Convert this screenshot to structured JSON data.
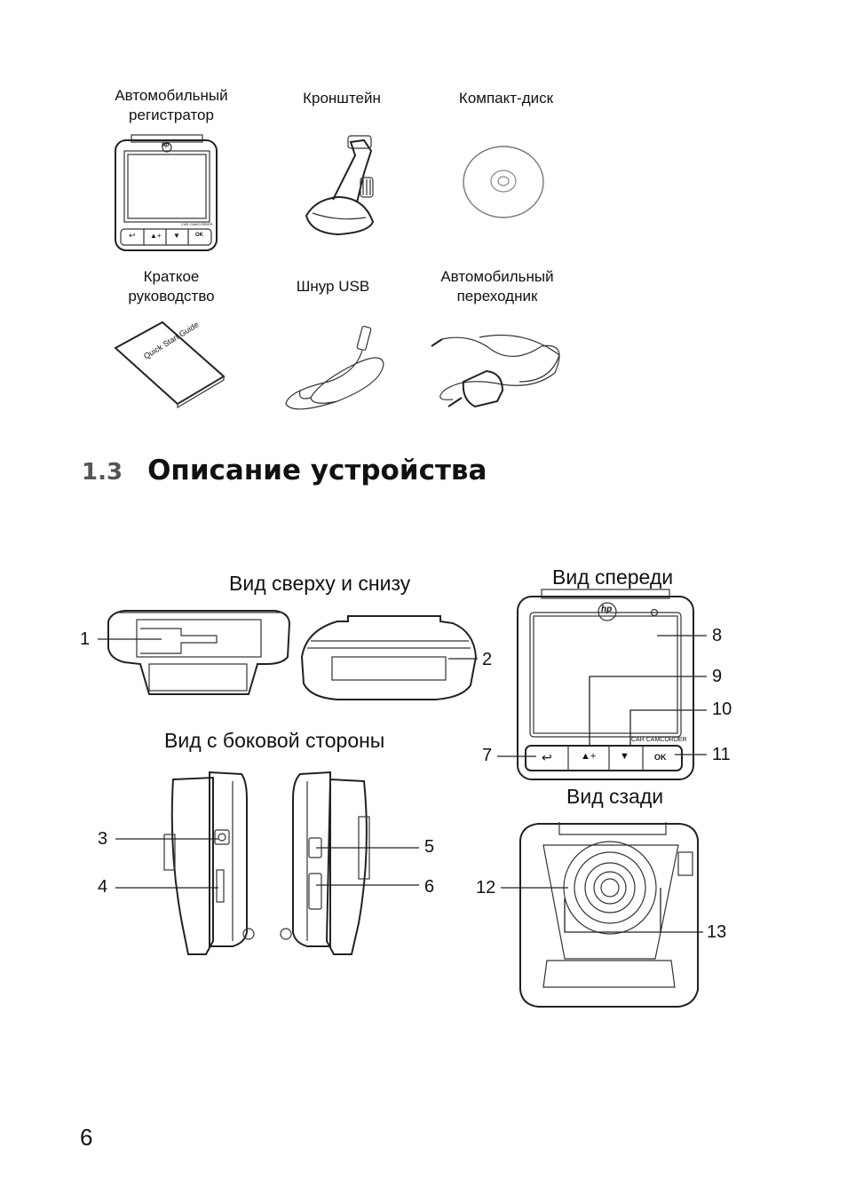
{
  "package_items": [
    {
      "id": "recorder",
      "label": "Автомобильный регистратор"
    },
    {
      "id": "bracket",
      "label": "Кронштейн"
    },
    {
      "id": "cd",
      "label": "Компакт-диск"
    },
    {
      "id": "guide",
      "label": "Краткое руководство"
    },
    {
      "id": "usb",
      "label": "Шнур USB"
    },
    {
      "id": "adapter",
      "label": "Автомобильный переходник"
    }
  ],
  "section": {
    "number": "1.3",
    "title": "Описание устройства"
  },
  "views": {
    "top_bottom": "Вид сверху и снизу",
    "front": "Вид спереди",
    "side": "Вид с боковой стороны",
    "back": "Вид сзади"
  },
  "device": {
    "brand": "hp",
    "model_text": "CAR CAMCORDER",
    "ok_label": "OK",
    "guide_text": "Quick Start Guide"
  },
  "callouts": [
    "1",
    "2",
    "3",
    "4",
    "5",
    "6",
    "7",
    "8",
    "9",
    "10",
    "11",
    "12",
    "13"
  ],
  "page_number": "6"
}
